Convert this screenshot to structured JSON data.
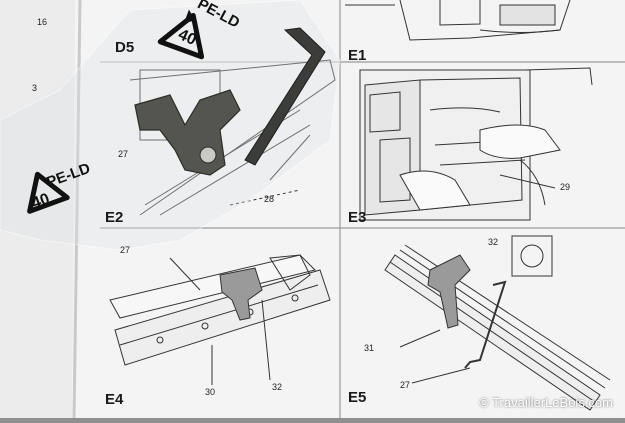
{
  "panels": {
    "d5": "D5",
    "e1": "E1",
    "e2": "E2",
    "e3": "E3",
    "e4": "E4",
    "e5": "E5"
  },
  "callouts": {
    "c28": "28",
    "c29": "29",
    "c27_e4": "27",
    "c30": "30",
    "c32_e4": "32",
    "c32_e5": "32",
    "c31": "31",
    "c27_e5": "27",
    "c3": "3",
    "c16": "16",
    "c27_d5": "27"
  },
  "bag": {
    "recycle_code_top": "PE-LD",
    "recycle_number_top": "40",
    "recycle_code_left": "PE-LD",
    "recycle_number_left": "40"
  },
  "watermark": "© TravaillerLeBois.com"
}
